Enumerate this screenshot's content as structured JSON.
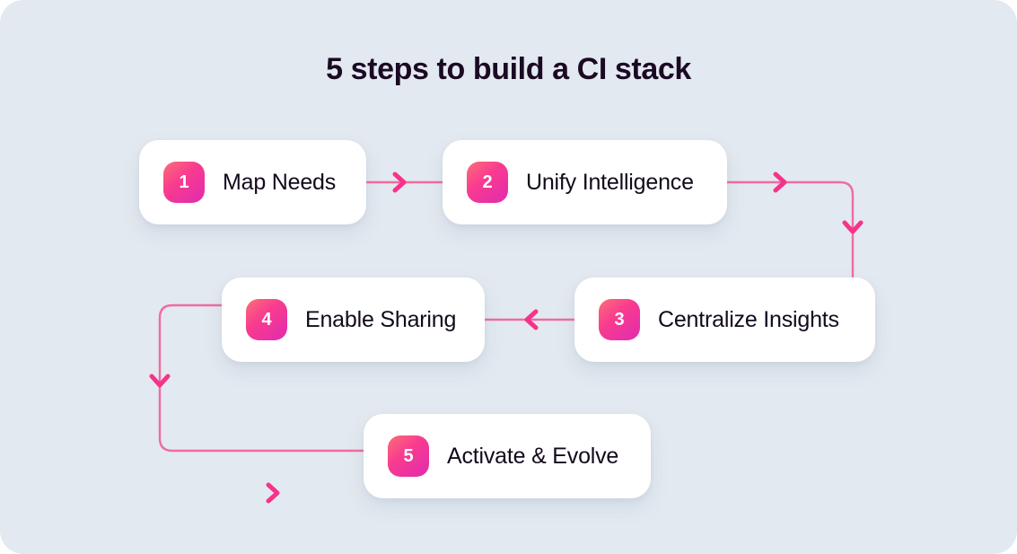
{
  "page": {
    "title": "5 steps to build a CI stack",
    "background_color": "#e3e9f0",
    "card_color": "#ffffff",
    "accent_color": "#f5338b",
    "connector_color": "#ef6ca0",
    "title_color": "#1b0a24",
    "badge_gradient_from": "#fb6f76",
    "badge_gradient_to": "#e02bb0"
  },
  "steps": [
    {
      "number": "1",
      "label": "Map Needs"
    },
    {
      "number": "2",
      "label": "Unify Intelligence"
    },
    {
      "number": "3",
      "label": "Centralize Insights"
    },
    {
      "number": "4",
      "label": "Enable Sharing"
    },
    {
      "number": "5",
      "label": "Activate & Evolve"
    }
  ],
  "connectors": [
    {
      "name": "arrow-step1-to-step2",
      "direction": "right"
    },
    {
      "name": "arrow-step2-to-step3",
      "direction": "right-then-down"
    },
    {
      "name": "arrow-step3-to-step4",
      "direction": "left"
    },
    {
      "name": "arrow-step4-to-step5",
      "direction": "left-down-then-right"
    },
    {
      "name": "arrow-marker-standalone",
      "direction": "right"
    }
  ]
}
